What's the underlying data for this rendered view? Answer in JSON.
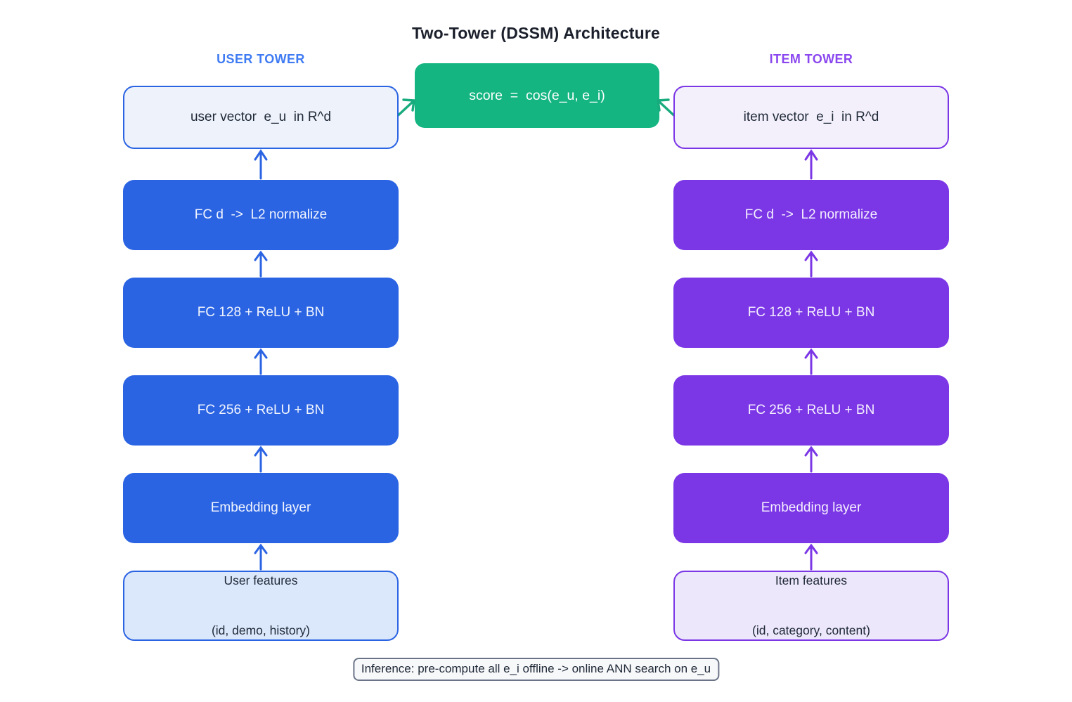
{
  "title": "Two-Tower (DSSM) Architecture",
  "score_box": {
    "label": "score  =  cos(e_u, e_i)",
    "color": "#14b581"
  },
  "user_tower": {
    "label": "USER TOWER",
    "accent_color": "#2b64e3",
    "label_color": "#3f7bf3",
    "vector_label": "user vector  e_u  in R^d",
    "layers": [
      "FC d  ->  L2 normalize",
      "FC 128 + ReLU + BN",
      "FC 256 + ReLU + BN",
      "Embedding layer"
    ],
    "features": {
      "line1": "User features",
      "line2": "(id, demo, history)"
    }
  },
  "item_tower": {
    "label": "ITEM TOWER",
    "accent_color": "#7b36e6",
    "label_color": "#8a47ef",
    "vector_label": "item vector  e_i  in R^d",
    "layers": [
      "FC d  ->  L2 normalize",
      "FC 128 + ReLU + BN",
      "FC 256 + ReLU + BN",
      "Embedding layer"
    ],
    "features": {
      "line1": "Item features",
      "line2": "(id, category, content)"
    }
  },
  "note": "Inference: pre-compute all e_i offline -> online ANN search on e_u"
}
